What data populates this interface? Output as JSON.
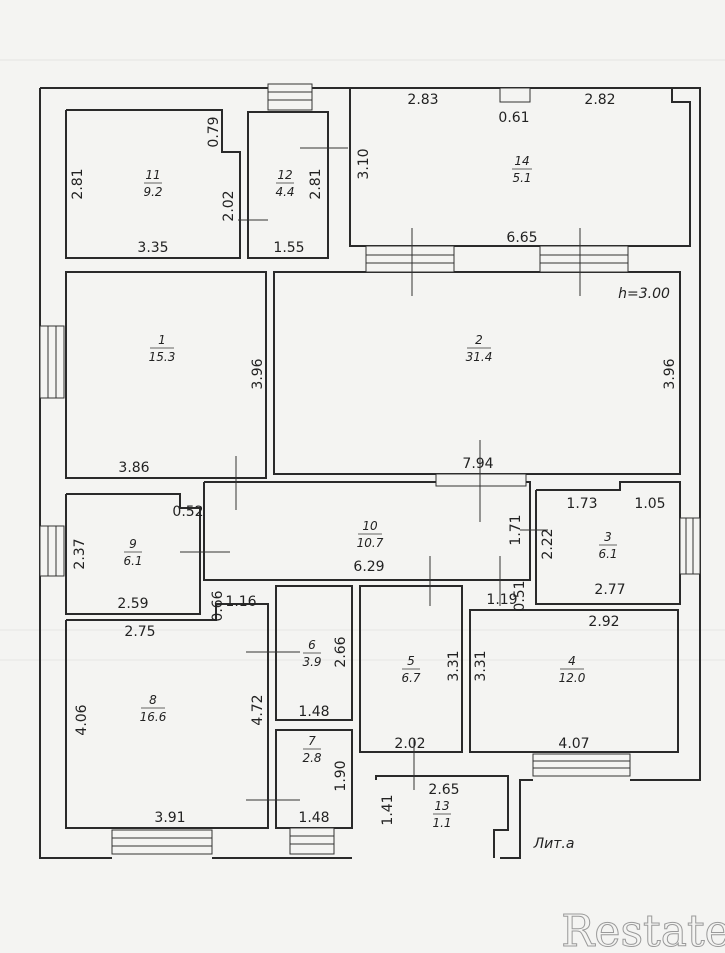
{
  "plan": {
    "height_note": "h=3.00",
    "litera_label": "Лит.а",
    "watermark": "Restate",
    "rooms": {
      "r11": {
        "num": "11",
        "area": "9.2"
      },
      "r12": {
        "num": "12",
        "area": "4.4"
      },
      "r14": {
        "num": "14",
        "area": "5.1"
      },
      "r1": {
        "num": "1",
        "area": "15.3"
      },
      "r2": {
        "num": "2",
        "area": "31.4"
      },
      "r9": {
        "num": "9",
        "area": "6.1"
      },
      "r10": {
        "num": "10",
        "area": "10.7"
      },
      "r3": {
        "num": "3",
        "area": "6.1"
      },
      "r6": {
        "num": "6",
        "area": "3.9"
      },
      "r5": {
        "num": "5",
        "area": "6.7"
      },
      "r4": {
        "num": "4",
        "area": "12.0"
      },
      "r8": {
        "num": "8",
        "area": "16.6"
      },
      "r7": {
        "num": "7",
        "area": "2.8"
      },
      "r13": {
        "num": "13",
        "area": "1.1"
      }
    },
    "dims": {
      "d_2_83": "2.83",
      "d_2_82": "2.82",
      "d_0_61": "0.61",
      "d_0_79": "0.79",
      "d_2_81_a": "2.81",
      "d_2_02_a": "2.02",
      "d_2_81_b": "2.81",
      "d_3_10": "3.10",
      "d_3_35": "3.35",
      "d_1_55": "1.55",
      "d_6_65": "6.65",
      "d_3_96_a": "3.96",
      "d_3_96_b": "3.96",
      "d_3_86": "3.86",
      "d_7_94": "7.94",
      "d_0_52": "0.52",
      "d_2_37": "2.37",
      "d_6_29": "6.29",
      "d_1_71": "1.71",
      "d_2_22": "2.22",
      "d_1_73": "1.73",
      "d_1_05": "1.05",
      "d_2_59": "2.59",
      "d_0_66": "0.66",
      "d_1_16": "1.16",
      "d_1_19": "1.19",
      "d_0_51": "0.51",
      "d_2_77": "2.77",
      "d_2_75": "2.75",
      "d_2_66": "2.66",
      "d_2_92": "2.92",
      "d_3_31_a": "3.31",
      "d_3_31_b": "3.31",
      "d_4_06": "4.06",
      "d_4_72": "4.72",
      "d_1_48_a": "1.48",
      "d_2_02_b": "2.02",
      "d_4_07": "4.07",
      "d_1_90": "1.90",
      "d_2_65": "2.65",
      "d_3_91": "3.91",
      "d_1_48_b": "1.48",
      "d_1_41": "1.41"
    }
  }
}
